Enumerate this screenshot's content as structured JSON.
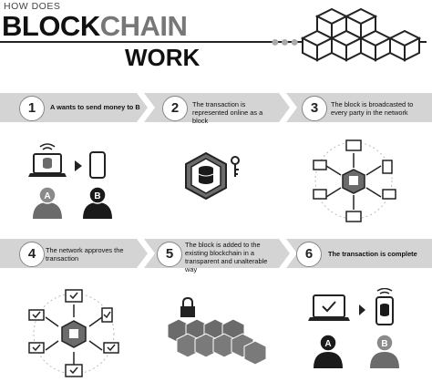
{
  "title": {
    "line1": "HOW DOES",
    "word_a": "BLOCK",
    "word_b": "CHAIN",
    "line3": "WORK"
  },
  "steps": [
    {
      "n": "1",
      "text": "A wants to send money to B"
    },
    {
      "n": "2",
      "text": "The transaction is represented online as a block"
    },
    {
      "n": "3",
      "text": "The block is broadcasted to every party in the network"
    },
    {
      "n": "4",
      "text": "The network approves the transaction"
    },
    {
      "n": "5",
      "text": "The block is added to the existing blockchain in a transparent and unalterable way"
    },
    {
      "n": "6",
      "text": "The transaction is complete"
    }
  ],
  "avatars": {
    "a": "A",
    "b": "B"
  },
  "colors": {
    "band": "#d4d4d4",
    "dark": "#1a1a1a",
    "mid": "#6b6b6b",
    "light": "#bdbdbd"
  }
}
